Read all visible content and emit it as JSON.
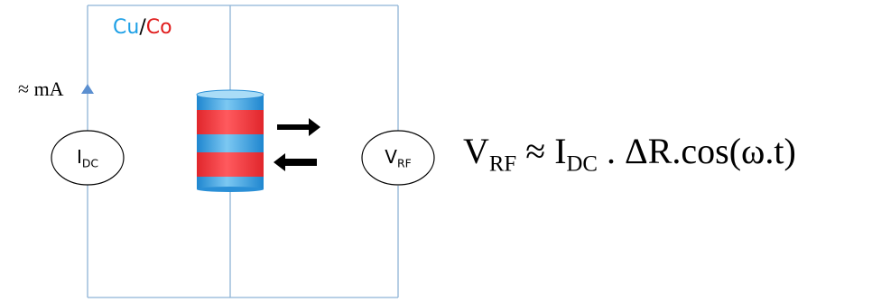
{
  "diagram": {
    "material": {
      "cu": "Cu",
      "slash": "/",
      "co": "Co"
    },
    "current_approx": "≈ mA",
    "dc_source": {
      "symbol": "I",
      "subscript": "DC"
    },
    "rf_source": {
      "symbol": "V",
      "subscript": "RF"
    },
    "formula": {
      "lhs_symbol": "V",
      "lhs_sub": "RF",
      "approx": " ≈ ",
      "rhs_symbol": "I",
      "rhs_sub": "DC",
      "rest": " . ΔR.cos(ω.t)"
    },
    "colors": {
      "wire": "#8eb4d6",
      "cu": "#1ea0e6",
      "co": "#e01b1b",
      "blue_layer": "#5ab4ea",
      "red_layer": "#f0343a",
      "arrow": "#000000",
      "current_arrow": "#5b8fd0"
    }
  }
}
